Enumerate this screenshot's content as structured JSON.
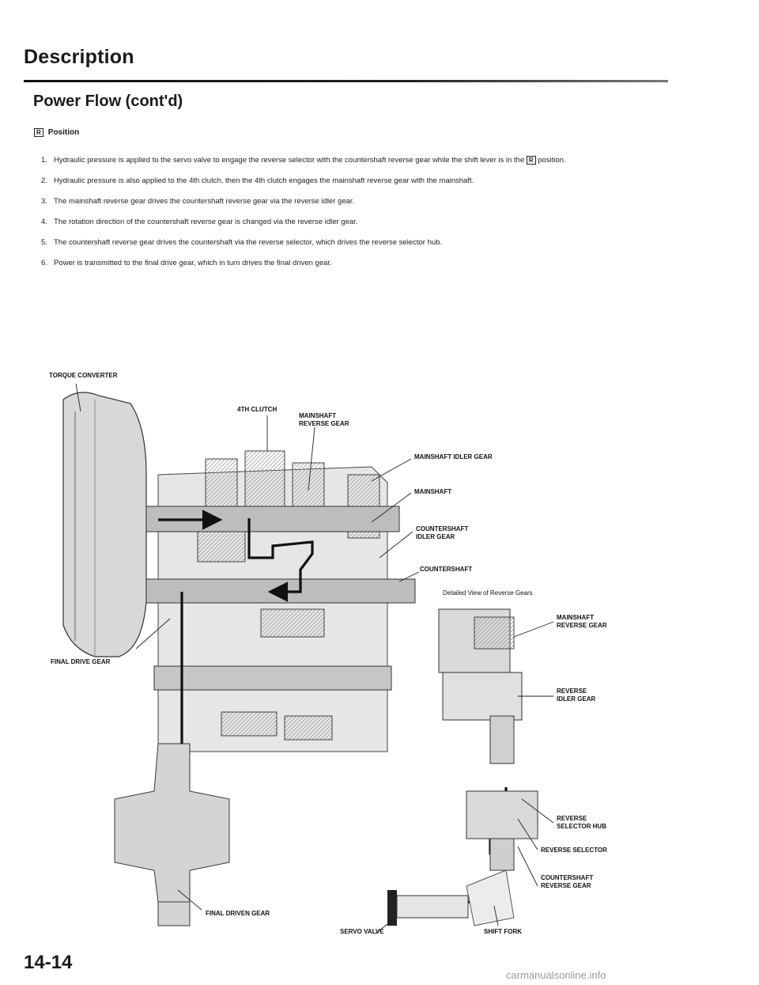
{
  "header": {
    "title": "Description",
    "subtitle": "Power Flow (cont'd)"
  },
  "position": {
    "symbol": "R",
    "label": "Position"
  },
  "steps": [
    {
      "num": "1.",
      "text_a": "Hydraulic pressure is applied to the servo valve to engage the reverse selector with the countershaft reverse gear while the shift lever is in the",
      "symbol": "R",
      "text_b": "position."
    },
    {
      "num": "2.",
      "text": "Hydraulic pressure is also applied to the 4th clutch, then the 4th clutch engages the mainshaft reverse gear with the mainshaft."
    },
    {
      "num": "3.",
      "text": "The mainshaft reverse gear drives the countershaft reverse gear via the reverse idler gear."
    },
    {
      "num": "4.",
      "text": "The rotation direction of the countershaft reverse gear is changed via the reverse idler gear."
    },
    {
      "num": "5.",
      "text": "The countershaft reverse gear drives the countershaft via the reverse selector, which drives the reverse selector hub."
    },
    {
      "num": "6.",
      "text": "Power is transmitted to the final drive gear, which in turn drives the final driven gear."
    }
  ],
  "diagram": {
    "labels": {
      "torque_converter": "TORQUE CONVERTER",
      "fourth_clutch": "4TH CLUTCH",
      "mainshaft_reverse_gear_1": "MAINSHAFT",
      "mainshaft_reverse_gear_2": "REVERSE GEAR",
      "mainshaft_idler_gear": "MAINSHAFT IDLER GEAR",
      "mainshaft": "MAINSHAFT",
      "countershaft_idler_gear_1": "COUNTERSHAFT",
      "countershaft_idler_gear_2": "IDLER GEAR",
      "countershaft": "COUNTERSHAFT",
      "detail_caption": "Detailed View of Reverse Gears",
      "detail_mainshaft_reverse_1": "MAINSHAFT",
      "detail_mainshaft_reverse_2": "REVERSE GEAR",
      "reverse_idler_gear_1": "REVERSE",
      "reverse_idler_gear_2": "IDLER GEAR",
      "final_drive_gear": "FINAL DRIVE GEAR",
      "reverse_selector_hub_1": "REVERSE",
      "reverse_selector_hub_2": "SELECTOR HUB",
      "reverse_selector": "REVERSE SELECTOR",
      "countershaft_reverse_gear_1": "COUNTERSHAFT",
      "countershaft_reverse_gear_2": "REVERSE GEAR",
      "final_driven_gear": "FINAL DRIVEN GEAR",
      "servo_valve": "SERVO VALVE",
      "shift_fork": "SHIFT FORK"
    }
  },
  "footer": {
    "page_number": "14-14",
    "watermark": "carmanualsonline.info"
  }
}
